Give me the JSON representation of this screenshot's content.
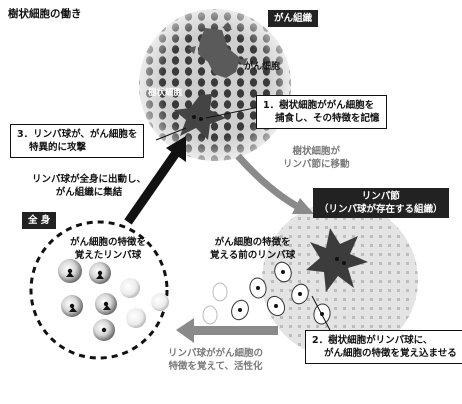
{
  "title": "樹状細胞の働き",
  "cancer_tissue_tag": "がん組織",
  "cancer_cell_label": "がん細胞",
  "dendritic_cell_label": "樹状細胞",
  "step1": {
    "line1": "1．樹状細胞ががん細胞を",
    "line2": "捕食し、その特徴を記憶"
  },
  "move_to_lymph": {
    "line1": "樹状細胞が",
    "line2": "リンパ節に移動"
  },
  "lymph_node_tag": {
    "line1": "リンパ節",
    "line2": "（リンパ球が存在する組織）"
  },
  "naive_lymphocyte": {
    "line1": "がん細胞の特徴を",
    "line2": "覚える前のリンパ球"
  },
  "step2": {
    "line1": "2．樹状細胞がリンパ球に、",
    "line2": "がん細胞の特徴を覚え込ませる"
  },
  "activation": {
    "line1": "リンパ球ががん細胞の",
    "line2": "特徴を覚えて、活性化"
  },
  "whole_body_tag": "全 身",
  "trained_lymphocyte": {
    "line1": "がん細胞の特徴を",
    "line2": "覚えたリンパ球"
  },
  "mobilize": {
    "line1": "リンパ球が全身に出動し、",
    "line2": "がん組織に集結"
  },
  "step3": {
    "line1": "3．リンパ球が、がん細胞を",
    "line2": "特異的に攻撃"
  }
}
